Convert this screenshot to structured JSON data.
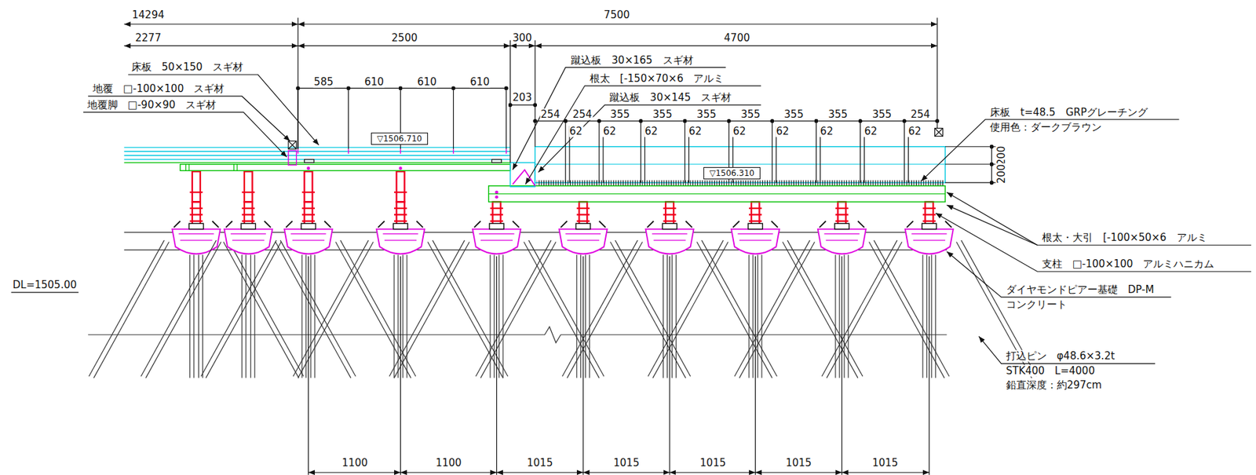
{
  "diagram": {
    "nodes": [
      {
        "text": [
          "▽1506.710"
        ]
      },
      {
        "text": [
          "▽1506.310"
        ]
      }
    ],
    "labels": [
      "14294",
      "7500",
      "2277",
      "2500",
      "300",
      "4700",
      "床板　50×150　スギ材",
      "地覆　□-100×100　スギ材",
      "地覆脚　□-90×90　スギ材",
      "585",
      "610",
      "610",
      "610",
      "蹴込板　30×165　スギ材",
      "根太　[-150×70×6　アルミ",
      "蹴込板　30×145　スギ材",
      "203",
      "254",
      "254",
      "355",
      "355",
      "355",
      "355",
      "355",
      "355",
      "355",
      "254",
      "62",
      "62",
      "62",
      "62",
      "62",
      "62",
      "62",
      "62",
      "62",
      "床板　t=48.5　GRPグレーチング",
      "使用色：ダークブラウン",
      "200",
      "200",
      "根太・大引　[-100×50×6　アルミ",
      "支柱　□-100×100　アルミハニカム",
      "ダイヤモンドピアー基礎　DP-M",
      "コンクリート",
      "DL=1505.00",
      "打込ピン　φ48.6×3.2t",
      "STK400　L=4000",
      "鉛直深度：約297cm",
      "1100",
      "1100",
      "1015",
      "1015",
      "1015",
      "1015",
      "1015"
    ]
  }
}
